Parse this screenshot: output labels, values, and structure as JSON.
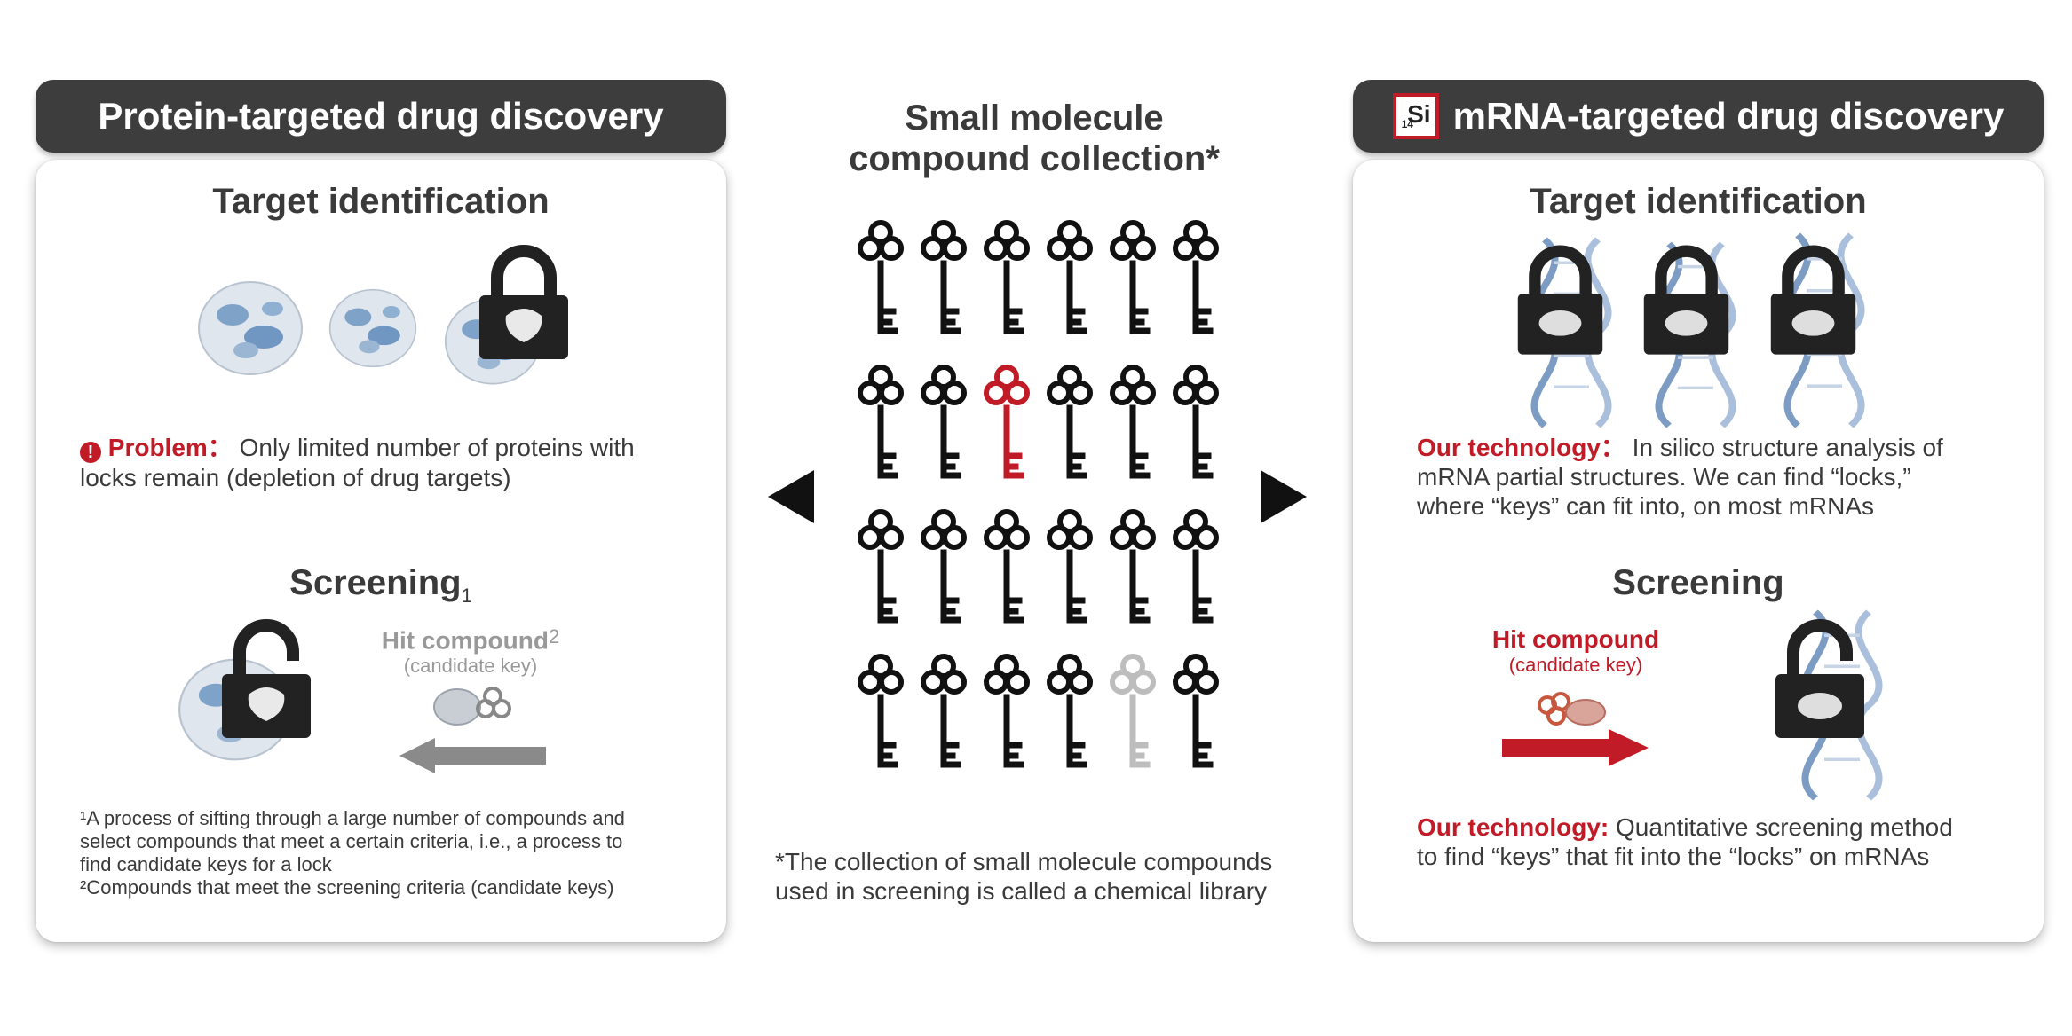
{
  "left_panel": {
    "header": "Protein-targeted drug discovery",
    "target_heading": "Target identification",
    "problem_label": "Problem：",
    "problem_text_1": " Only limited number of proteins with",
    "problem_text_2": "locks remain (depletion of drug targets)",
    "screening_heading": "Screening",
    "screening_sup": "1",
    "hit_label": "Hit compound",
    "hit_sup": "2",
    "hit_sub": "(candidate key)",
    "note_1": "¹A process of sifting through a large number of compounds and",
    "note_2": "select compounds that meet a certain criteria, i.e., a process to",
    "note_3": "find candidate keys for a lock",
    "note_4": "²Compounds that meet the screening criteria (candidate keys)"
  },
  "center": {
    "title_1": "Small molecule",
    "title_2": "compound collection*",
    "footnote_1": "*The collection of small molecule compounds",
    "footnote_2": "used in screening is called a chemical library",
    "key_grid": [
      [
        "black",
        "black",
        "black",
        "black",
        "black",
        "black"
      ],
      [
        "black",
        "black",
        "red",
        "black",
        "black",
        "black"
      ],
      [
        "black",
        "black",
        "black",
        "black",
        "black",
        "black"
      ],
      [
        "black",
        "black",
        "black",
        "black",
        "gray",
        "black"
      ]
    ]
  },
  "right_panel": {
    "logo_number": "14",
    "logo_symbol": "Si",
    "header": "mRNA-targeted drug discovery",
    "target_heading": "Target identification",
    "tech_label_1": "Our technology：",
    "tech_text_1a": " In silico structure analysis of",
    "tech_text_1b": "mRNA partial structures. We can find “locks,”",
    "tech_text_1c": "where “keys” can fit into, on most mRNAs",
    "screening_heading": "Screening",
    "hit_label": "Hit compound",
    "hit_sub": "(candidate key)",
    "tech_label_2": "Our technology:",
    "tech_text_2a": " Quantitative screening method",
    "tech_text_2b": "to find “keys” that fit into the “locks” on mRNAs"
  },
  "colors": {
    "accent_red": "#c01b27",
    "header_dark": "#3d3d3d",
    "key_black": "#111111",
    "key_gray": "#bdbdbd",
    "arrow_gray": "#8a8a8a"
  }
}
